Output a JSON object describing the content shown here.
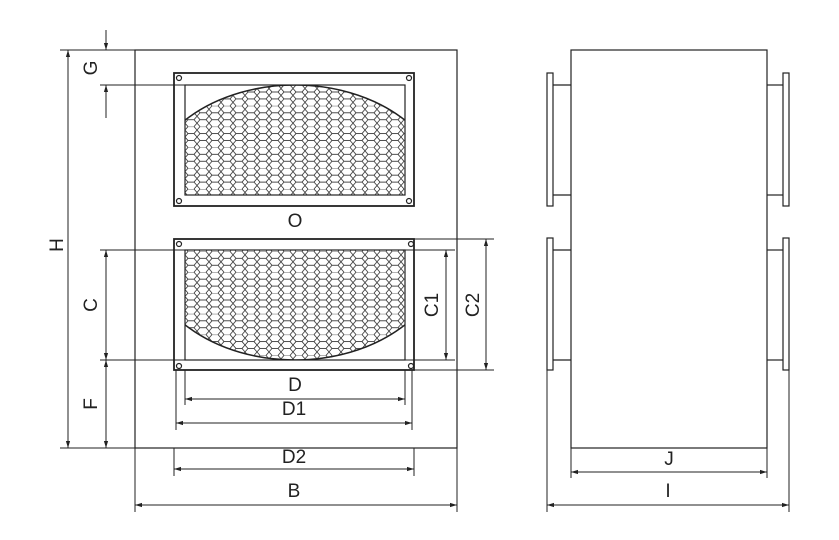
{
  "diagram": {
    "labels": {
      "G": "G",
      "H": "H",
      "C": "C",
      "F": "F",
      "O": "O",
      "C1": "C1",
      "C2": "C2",
      "D": "D",
      "D1": "D1",
      "D2": "D2",
      "B": "B",
      "J": "J",
      "I": "I"
    },
    "colors": {
      "line": "#222222",
      "background": "#ffffff"
    }
  }
}
